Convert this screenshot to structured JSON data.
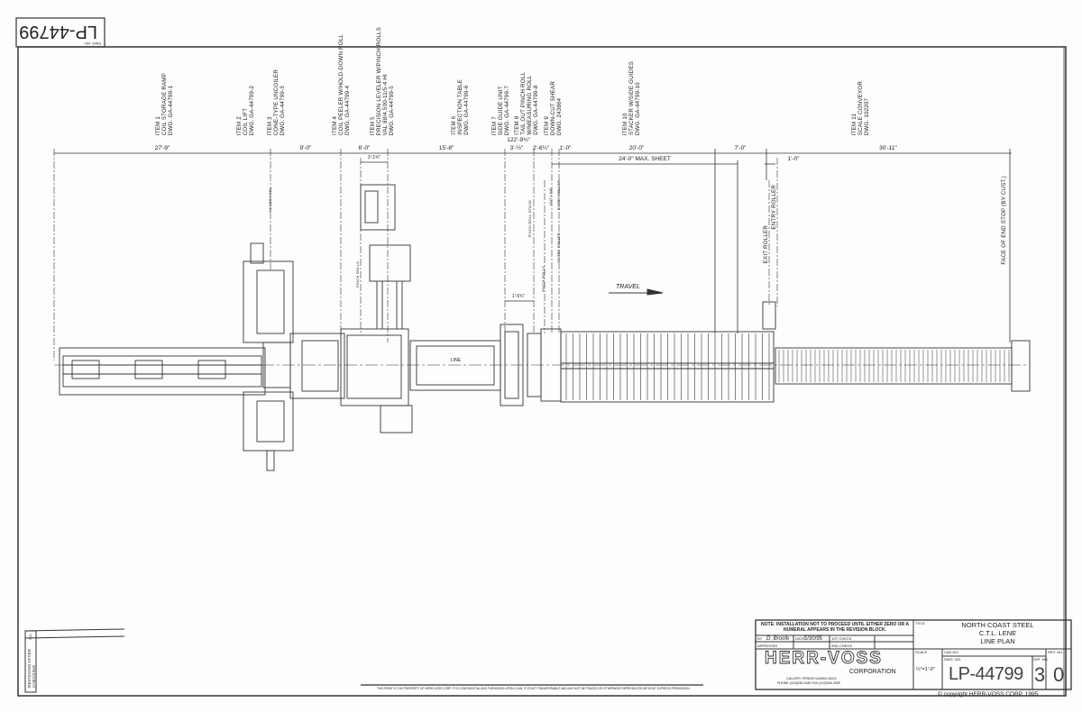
{
  "corner_tag": {
    "dwg_no_label": "DWG. NO.",
    "number": "LP-44799"
  },
  "items": [
    {
      "lines": [
        "ITEM 1",
        "COIL STORAGE RAMP",
        "DWG. GA-44799-1"
      ]
    },
    {
      "lines": [
        "ITEM 2",
        "COIL LIFT",
        "DWG. GA-44799-2"
      ]
    },
    {
      "lines": [
        "ITEM 3",
        "CONE-TYPE UNCOILER",
        "DWG. GA-44799-3"
      ]
    },
    {
      "lines": [
        "ITEM 4",
        "COIL PEELER W/HOLD-DOWN ROLL",
        "DWG. GA-44799-4"
      ]
    },
    {
      "lines": [
        "ITEM 5",
        "PRECISION LEVELER W/PINCH ROLLS",
        "VAL 88/4,500-11/5-4 HI",
        "DWG. GA-44799-5"
      ]
    },
    {
      "lines": [
        "ITEM 6",
        "INSPECTION TABLE",
        "DWG. GA-44799-6"
      ]
    },
    {
      "lines": [
        "ITEM 7",
        "SIDE GUIDE UNIT",
        "DWG. GA-44799-7"
      ]
    },
    {
      "lines": [
        "ITEM 8",
        "TAIL OUT PINCH ROLL",
        "W/MEASURING ROLL",
        "DWG. GA-44799-8"
      ]
    },
    {
      "lines": [
        "ITEM 9",
        "DOWN-CUT SHEAR",
        "DWG. 243864"
      ]
    },
    {
      "lines": [
        "ITEM 10",
        "STACKER W/SIDE GUIDES",
        "DWG. GA-44799-10"
      ]
    },
    {
      "lines": [
        "ITEM 11",
        "SCALE CONVEYOR",
        "DWG. 102207"
      ]
    }
  ],
  "dimensions": {
    "overall": "122'-9¾\"",
    "row1": [
      "27'-9\"",
      "9'-0\"",
      "6'-0\"",
      "15'-8\"",
      "3'-½\"",
      "2'-6¼\"",
      "1'-0\"",
      "20'-0\"",
      "7'-0\"",
      "30'-11\""
    ],
    "leveler_offset": "3'-1¾\"",
    "max_sheet": "24'-0\" MAX. SHEET",
    "roller_gap": "1'-0\"",
    "pinch_offset": "1'-6¾\""
  },
  "callouts": {
    "handwheel": "HANDWHEEL",
    "pinch_rolls": "PINCH ROLLS",
    "pinch_roll_stand": "PINCH ROLL STAND",
    "cut_line": "CUT LINE",
    "entry_roller_small": "ENTRY ROLLER",
    "entry_roller_small2": "ENTRY ROLLER",
    "pinch_rolls_2": "PINCH ROLLS",
    "exit_roller": "EXIT ROLLER",
    "entry_roller": "ENTRY ROLLER",
    "end_stop": "FACE OF END STOP (BY CUST.)",
    "travel": "TRAVEL",
    "centerline": "LINE"
  },
  "revisions": {
    "no_label": "NO.",
    "note": "REVISIONS AFTER CHECKING"
  },
  "title_block": {
    "note": "NOTE: INSTALLATION NOT TO PROCEED UNTIL EITHER ZERO OR A NUMERAL APPEARS IN THE REVISION BLOCK.",
    "drawn_by_label": "BY",
    "drawn_by": "D. Broofe",
    "date_label": "DATE",
    "date": "5/30/95",
    "first_check_label": "1ST CHECK",
    "approved_label": "APPROVED",
    "second_check_label": "2ND CHECK",
    "company_logo": "HERR-VOSS",
    "company_sub": "CORPORATION",
    "address": "CALLERY, PENNSYLVANIA 16024",
    "phone": "PHONE (412)538-3180  FAX (412)538-3059",
    "title_label": "TITLE",
    "title_lines": [
      "NORTH COAST STEEL",
      "C.T.L. LENE",
      "LINE PLAN"
    ],
    "scale_label": "SCALE",
    "scale": "¼\"=1'-0\"",
    "cad_no_label": "CAD NO.",
    "dwg_no_label": "DWG. NO.",
    "dwg_no": "LP-44799",
    "sheet_label": "SHT. NO.",
    "sheet": "3",
    "rev_label": "REV. NO.",
    "rev": "0",
    "copyright": "© copyright HERR-VOSS CORP. 1995"
  },
  "footer_notice": "THIS PRINT IS THE PROPERTY OF HERR-VOSS CORP. IT IS CONFIDENTIAL AND FURNISHED UPON LOAN. IT IS NOT TRANSFERABLE AND MAY NOT BE TRACED OR OTHERWISE REPRODUCED WITHOUT EXPRESS PERMISSION."
}
